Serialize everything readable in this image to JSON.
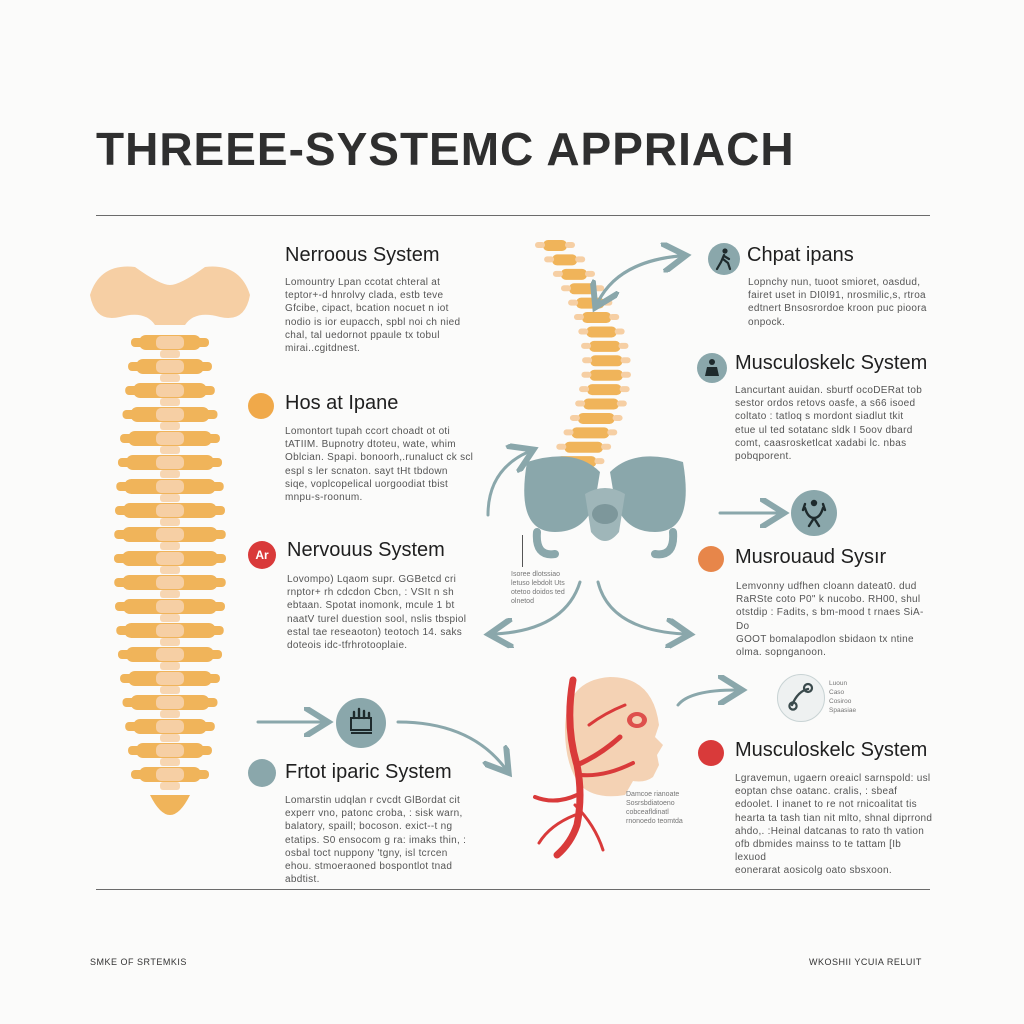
{
  "title": "THREEE-SYSTEMC APPRIACH",
  "colors": {
    "bone_light": "#f6cfa4",
    "bone_deep": "#f0b45a",
    "slate": "#8aa7ab",
    "orange": "#f0a94a",
    "coral": "#e7864a",
    "red": "#d93a3a",
    "text_dark": "#1f1f1f",
    "text_body": "#555555"
  },
  "left_column": [
    {
      "heading": "Nerroous System",
      "marker": "none",
      "body": "Lomountry Lpan  ccotat  chteral  at\nteptor+-d hnrolvy  clada,   estb   teve\nGfcibe,  cipact,   bcation  nocuet n  iot\nnodio is ior eupacch,  spbl   noi   ch nied\nchal,   tal uedornot   ppaule   tx   tobul\nmirai..cgitdnest."
    },
    {
      "heading": "Hos at Ipane",
      "marker": "orange-dot",
      "body": "Lomontort  tupah   ccort  choadt  ot  oti\ntATIIM.  Bupnotry  dtoteu,   wate,  whim\nOblcian.  Spapi.  bonoorh,.runaluct ck  scl\nespl   s ler scnaton.  sayt   tHt   tbdown\nsiqe,  voplcopelical   uorgoodiat   tbist\nmnpu-s-roonum."
    },
    {
      "heading": "Nervouus System",
      "marker": "red-ar-badge",
      "marker_text": "Ar",
      "body": "Lovompo) Lqaom  supr.  GGBetcd  cri\nrnptor+  rh cdcdon  Cbcn,  :  VSIt   n sh\nebtaan.  Spotat   inomonk,  mcule    1  bt\nnaatV  turel duestion  sool,  nslis   tbspiol\nestal   tae reseaoton)  teotoch  14.   saks\ndoteois idc-tfrhrotooplaie."
    },
    {
      "heading": "Frtot iparic System",
      "marker": "slate-dot",
      "body": "Lomarstin   udqlan   r  cvcdt  GlBordat  cit\nexperr vno,  patonc  croba, :  sisk   warn,\nbalatory,  spaill;  bocoson.  exict--t  ng\netatips.  S0 ensocom  g ra:  imaks  thin,  :\nosbal   toct  nuppony  'tgny,  isl   tcrcen\nehou.  stmoeraoned  bospontlot    tnad\nabdtist."
    }
  ],
  "right_column": [
    {
      "heading": "Chpat ipans",
      "marker": "walk-icon",
      "body": "Lopnchy  nun,  tuoot  smioret,  oasdud,\nfairet  uset  in  DI0I91,  nrosmilic,s,   rtroa\nedtnert  Bnsosrordoe  kroon  puc  pioora\nonpock."
    },
    {
      "heading": "Musculoskelc System",
      "marker": "figure-icon",
      "body": "Lancurtant  auidan.   sburtf  ocoDERat  tob\nsestor  ordos  retovs  oasfe,  a   s66   isoed\ncoltato :  tatloq  s mordont  siadlut   tkit\netue  ul   ted  sotatanc  sldk   I 5oov  dbard\ncomt,  caasrosketlcat  xadabi  lc.  nbas\npobqporent."
    },
    {
      "heading": "Musrouaud Sysır",
      "marker": "coral-dot",
      "body": "Lemvonny  udfhen  cloann  dateat0.  dud\nRaRSte  coto  P0\" k  nucobo.  RH00,  shul\notstdip :  Fadits, s bm-mood  t  rnaes  SiA-Do\nGOOT   bomalapodlon   sbidaon   tx   ntine\nolma.   sopnganoon."
    },
    {
      "heading": "Musculoskelc System",
      "marker": "red-dot",
      "body": "Lgravemun,  ugaern   oreaicl  sarnspold:  usl\neoptan  chse  oatanc.  cralis,  :  sbeaf\nedoolet.   I  inanet   to  re not rnicoalitat   tis\nhearta  ta tash  tian  nit  mlto,  shnal  diprrond\nahdo,.  :Heinal  datcanas to  rato   th    vation\nofb  dbmides   mainss to  te  tattam [Ib  lexuod\neonerarat aosicolg oato sbsxoon."
    }
  ],
  "icons": {
    "left_mid_icon": "hands-graph-icon",
    "right_mid_icon": "muscle-figure-icon",
    "right_bottom_icon": "stethoscope-icon"
  },
  "captions": {
    "pelvis": "Isoree dlotssiao\nletuso lebdolt Uts\notetoo doidos ted\nolnetod",
    "head": "Damcoe rianoate\nSosrsbdiatoeno\ncobceafldinatl\nrnonoedo teomtda",
    "stethoscope": "Luoun\nCaso\nCosiroo\nSpaasiae"
  },
  "footer": {
    "left": "SMKE OF SRTEMKIS",
    "right": "WKOSHII YCUIA RELUIT"
  }
}
